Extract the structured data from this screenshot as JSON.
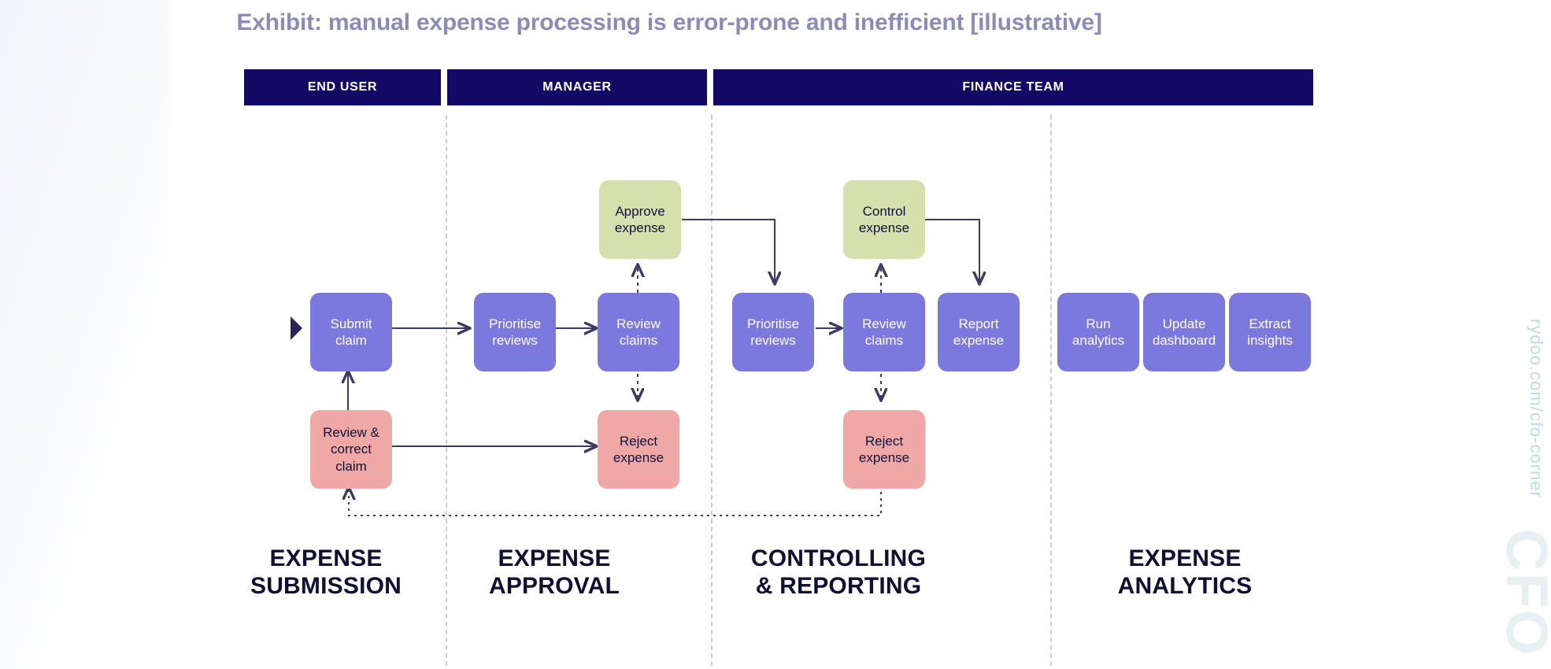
{
  "title": "Exhibit: manual expense processing is error-prone and inefficient [illustrative]",
  "lanes": [
    {
      "label": "END USER"
    },
    {
      "label": "MANAGER"
    },
    {
      "label": "FINANCE TEAM"
    }
  ],
  "phases": [
    {
      "label": "EXPENSE\nSUBMISSION"
    },
    {
      "label": "EXPENSE\nAPPROVAL"
    },
    {
      "label": "CONTROLLING\n& REPORTING"
    },
    {
      "label": "EXPENSE\nANALYTICS"
    }
  ],
  "nodes": [
    {
      "id": "submit-claim",
      "label": "Submit\nclaim",
      "type": "purple"
    },
    {
      "id": "review-correct",
      "label": "Review &\ncorrect\nclaim",
      "type": "red"
    },
    {
      "id": "prioritise-reviews-1",
      "label": "Prioritise\nreviews",
      "type": "purple"
    },
    {
      "id": "review-claims-1",
      "label": "Review\nclaims",
      "type": "purple"
    },
    {
      "id": "approve-expense",
      "label": "Approve\nexpense",
      "type": "green"
    },
    {
      "id": "reject-expense-1",
      "label": "Reject\nexpense",
      "type": "red"
    },
    {
      "id": "prioritise-reviews-2",
      "label": "Prioritise\nreviews",
      "type": "purple"
    },
    {
      "id": "review-claims-2",
      "label": "Review\nclaims",
      "type": "purple"
    },
    {
      "id": "control-expense",
      "label": "Control\nexpense",
      "type": "green"
    },
    {
      "id": "reject-expense-2",
      "label": "Reject\nexpense",
      "type": "red"
    },
    {
      "id": "report-expense",
      "label": "Report\nexpense",
      "type": "purple"
    },
    {
      "id": "run-analytics",
      "label": "Run\nanalytics",
      "type": "purple"
    },
    {
      "id": "update-dashboard",
      "label": "Update\ndashboard",
      "type": "purple"
    },
    {
      "id": "extract-insights",
      "label": "Extract\ninsights",
      "type": "purple"
    }
  ],
  "watermark": {
    "url": "rydoo.com/cfo-corner",
    "brand": "CFO"
  },
  "colors": {
    "lane_header_bg": "#130a66",
    "title_text": "#8b8cb5",
    "node_purple": "#7b79de",
    "node_green": "#d6e0ad",
    "node_red": "#efa8a5",
    "connector": "#3d3a63",
    "phase_text": "#101033",
    "watermark_url": "#b9dbea"
  }
}
